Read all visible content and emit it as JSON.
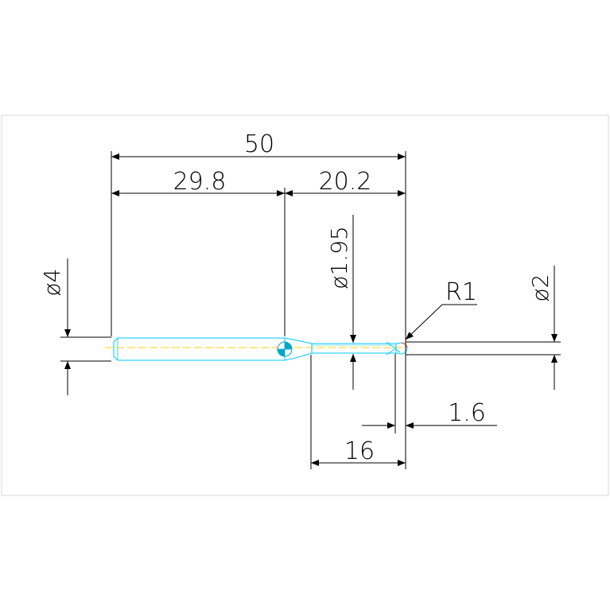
{
  "dimensions": {
    "overall_length": "50",
    "shank_length": "29.8",
    "neck_length": "20.2",
    "shank_diameter": "ø4",
    "neck_diameter": "ø1.95",
    "cutter_diameter": "ø2",
    "corner_radius": "R1",
    "flute_length": "1.6",
    "reach_length": "16"
  },
  "colors": {
    "frame": "#d9d9d9",
    "dimension": "#000000",
    "tool_outline": "#00c8ff",
    "centerline": "#ffd000",
    "cutter_fill": "#00a8c8",
    "cutter_accent": "#ff3030"
  }
}
